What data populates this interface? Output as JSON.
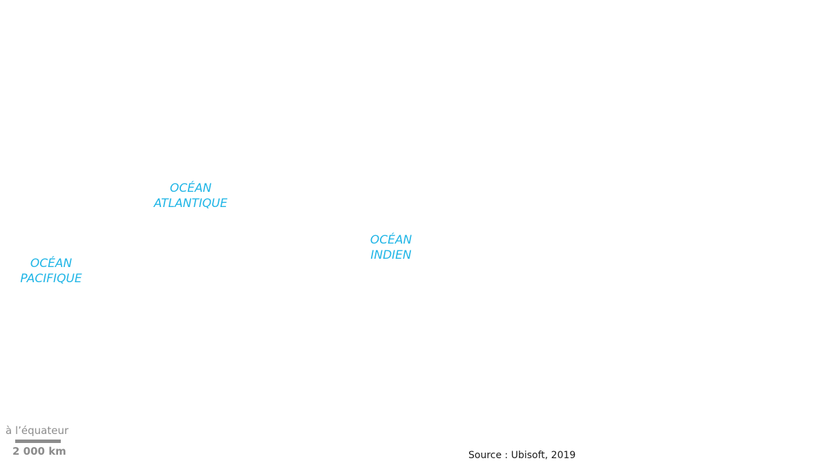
{
  "oceans": {
    "atlantique": {
      "line1": "OCÉAN",
      "line2": "ATLANTIQUE"
    },
    "indien": {
      "line1": "OCÉAN",
      "line2": "INDIEN"
    },
    "pacifique": {
      "line1": "OCÉAN",
      "line2": "PACIFIQUE"
    }
  },
  "scale": {
    "caption": "à l’équateur",
    "value": "2 000 km"
  },
  "source": "Source : Ubisoft, 2019",
  "colors": {
    "ocean_label": "#1fb5e6",
    "scale": "#8c8c8c",
    "source_text": "#1a1a1a",
    "background": "#ffffff"
  }
}
